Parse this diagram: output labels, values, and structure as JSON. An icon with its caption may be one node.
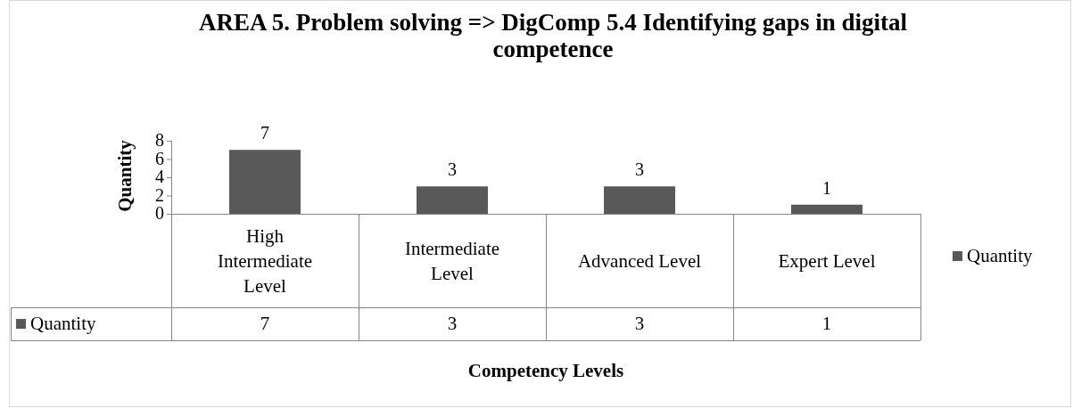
{
  "diagram": {
    "title": "AREA 5. Problem solving => DigComp 5.4 Identifying gaps in digital competence",
    "chart_data": {
      "type": "bar",
      "xlabel": "Competency Levels",
      "ylabel": "Quantity",
      "categories": [
        "High Intermediate Level",
        "Intermediate Level",
        "Advanced Level",
        "Expert Level"
      ],
      "series": [
        {
          "name": "Quantity",
          "color": "#595959",
          "values": [
            7,
            3,
            3,
            1
          ]
        }
      ],
      "ylim": [
        0,
        8
      ],
      "yticks": [
        0,
        2,
        4,
        6,
        8
      ],
      "value_labels": [
        "7",
        "3",
        "3",
        "1"
      ]
    },
    "labels": [
      "7",
      "3",
      "3",
      "1"
    ],
    "legend": [
      {
        "text": "Quantity",
        "color": "#595959"
      }
    ]
  }
}
